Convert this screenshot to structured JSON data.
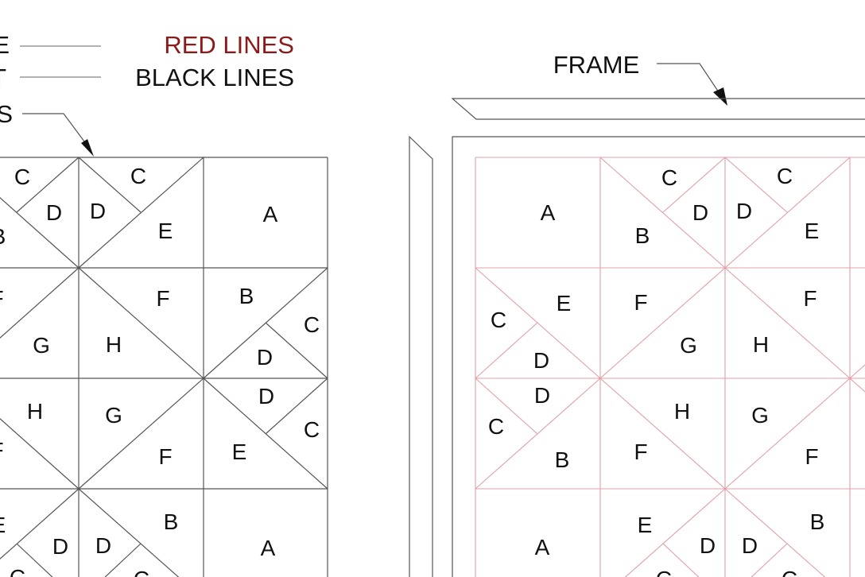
{
  "legend": {
    "clipped_top": "E",
    "clipped_middle": "T",
    "red_lines_label": "RED LINES",
    "black_lines_label": "BLACK LINES",
    "clipped_pointer": "S",
    "frame_label": "FRAME",
    "red_color": "#8b1a1a"
  },
  "left_grid": {
    "labels": [
      "C",
      "D",
      "B",
      "D",
      "C",
      "E",
      "A",
      "F",
      "G",
      "H",
      "F",
      "B",
      "C",
      "D",
      "H",
      "F",
      "G",
      "F",
      "D",
      "C",
      "E",
      "E",
      "D",
      "C",
      "D",
      "B",
      "C",
      "A"
    ]
  },
  "right_grid": {
    "labels": [
      "A",
      "C",
      "D",
      "B",
      "D",
      "C",
      "E",
      "C",
      "E",
      "D",
      "F",
      "G",
      "F",
      "H",
      "D",
      "C",
      "B",
      "H",
      "F",
      "G",
      "F",
      "A",
      "E",
      "D",
      "C",
      "D",
      "B",
      "C"
    ]
  }
}
